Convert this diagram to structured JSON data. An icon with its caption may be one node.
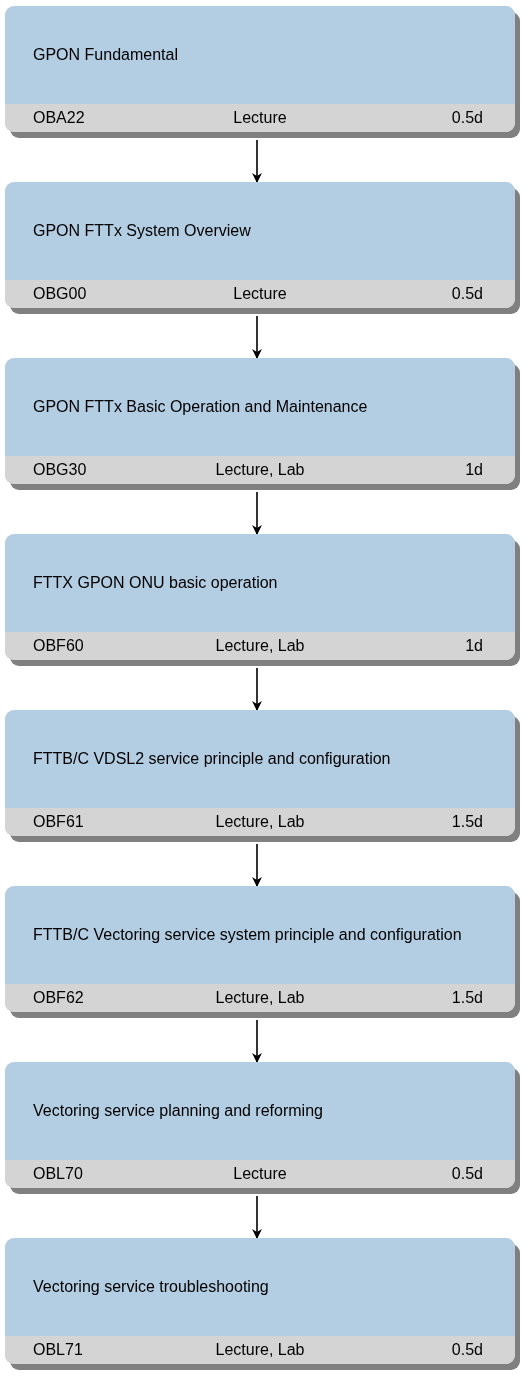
{
  "diagram": {
    "nodes": [
      {
        "text": [
          "GPON Fundamental",
          "OBA22",
          "Lecture",
          "0.5d"
        ]
      },
      {
        "text": [
          "GPON FTTx System Overview",
          "OBG00",
          "Lecture",
          "0.5d"
        ]
      },
      {
        "text": [
          "GPON FTTx Basic Operation and Maintenance",
          "OBG30",
          "Lecture, Lab",
          "1d"
        ]
      },
      {
        "text": [
          "FTTX GPON ONU basic operation",
          "OBF60",
          "Lecture, Lab",
          "1d"
        ]
      },
      {
        "text": [
          "FTTB/C VDSL2 service principle and configuration",
          "OBF61",
          "Lecture, Lab",
          "1.5d"
        ]
      },
      {
        "text": [
          "FTTB/C Vectoring service system principle and configuration",
          "OBF62",
          "Lecture, Lab",
          "1.5d"
        ]
      },
      {
        "text": [
          "Vectoring service planning and reforming",
          "OBL70",
          "Lecture",
          "0.5d"
        ]
      },
      {
        "text": [
          "Vectoring service troubleshooting",
          "OBL71",
          "Lecture, Lab",
          "0.5d"
        ]
      }
    ],
    "edges": [
      {
        "from": 0,
        "to": 1,
        "arrow": "to"
      },
      {
        "from": 1,
        "to": 2,
        "arrow": "to"
      },
      {
        "from": 2,
        "to": 3,
        "arrow": "to"
      },
      {
        "from": 3,
        "to": 4,
        "arrow": "to"
      },
      {
        "from": 4,
        "to": 5,
        "arrow": "to"
      },
      {
        "from": 5,
        "to": 6,
        "arrow": "to"
      },
      {
        "from": 6,
        "to": 7,
        "arrow": "to"
      }
    ]
  }
}
